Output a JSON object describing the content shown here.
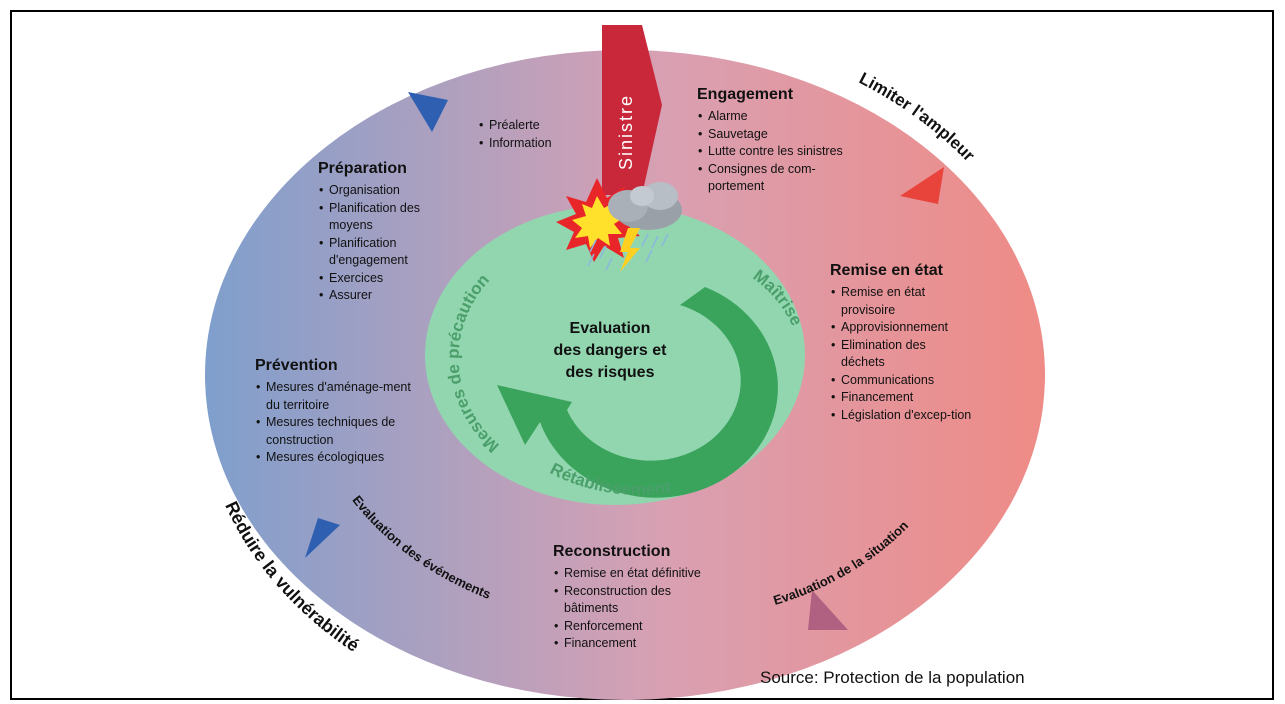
{
  "colors": {
    "background": "#ffffff",
    "ring_left": "#7f9fcd",
    "ring_right": "#ef8b86",
    "inner_circle": "#92d6b0",
    "arrow_green": "#3aa45c",
    "label_green": "#4a9f6a",
    "sinistre_arrow": "#c8283a",
    "marker_blue": "#2f5fb0",
    "marker_red": "#e8443c",
    "marker_mauve": "#b06080"
  },
  "center": {
    "title_lines": [
      "Evaluation",
      "des dangers et",
      "des risques"
    ]
  },
  "ring_labels": {
    "sinistre": "Sinistre",
    "limiter": "Limiter l'ampleur",
    "reduire": "Réduire la vulnérabilité",
    "eval_evenements": "Evaluation des événements",
    "eval_situation": "Evaluation de la situation"
  },
  "inner_labels": {
    "mesures": "Mesures de précaution",
    "maitrise": "Maîtrise",
    "retablissement": "Rétablissement"
  },
  "prealerte": {
    "items": [
      "Préalerte",
      "Information"
    ]
  },
  "preparation": {
    "title": "Préparation",
    "items": [
      "Organisation",
      "Planification des moyens",
      "Planification d'engagement",
      "Exercices",
      "Assurer"
    ]
  },
  "prevention": {
    "title": "Prévention",
    "items": [
      "Mesures d'aménage-ment du territoire",
      "Mesures techniques de construction",
      "Mesures écologiques"
    ]
  },
  "engagement": {
    "title": "Engagement",
    "items": [
      "Alarme",
      "Sauvetage",
      "Lutte contre les sinistres",
      "Consignes de com-portement"
    ]
  },
  "remise": {
    "title": "Remise en état",
    "items": [
      "Remise en état provisoire",
      "Approvisionnement",
      "Elimination des déchets",
      "Communications",
      "Financement",
      "Législation d'excep-tion"
    ]
  },
  "reconstruction": {
    "title": "Reconstruction",
    "items": [
      "Remise en état définitive",
      "Reconstruction des bâtiments",
      "Renforcement",
      "Financement"
    ]
  },
  "source": "Source: Protection de la population"
}
